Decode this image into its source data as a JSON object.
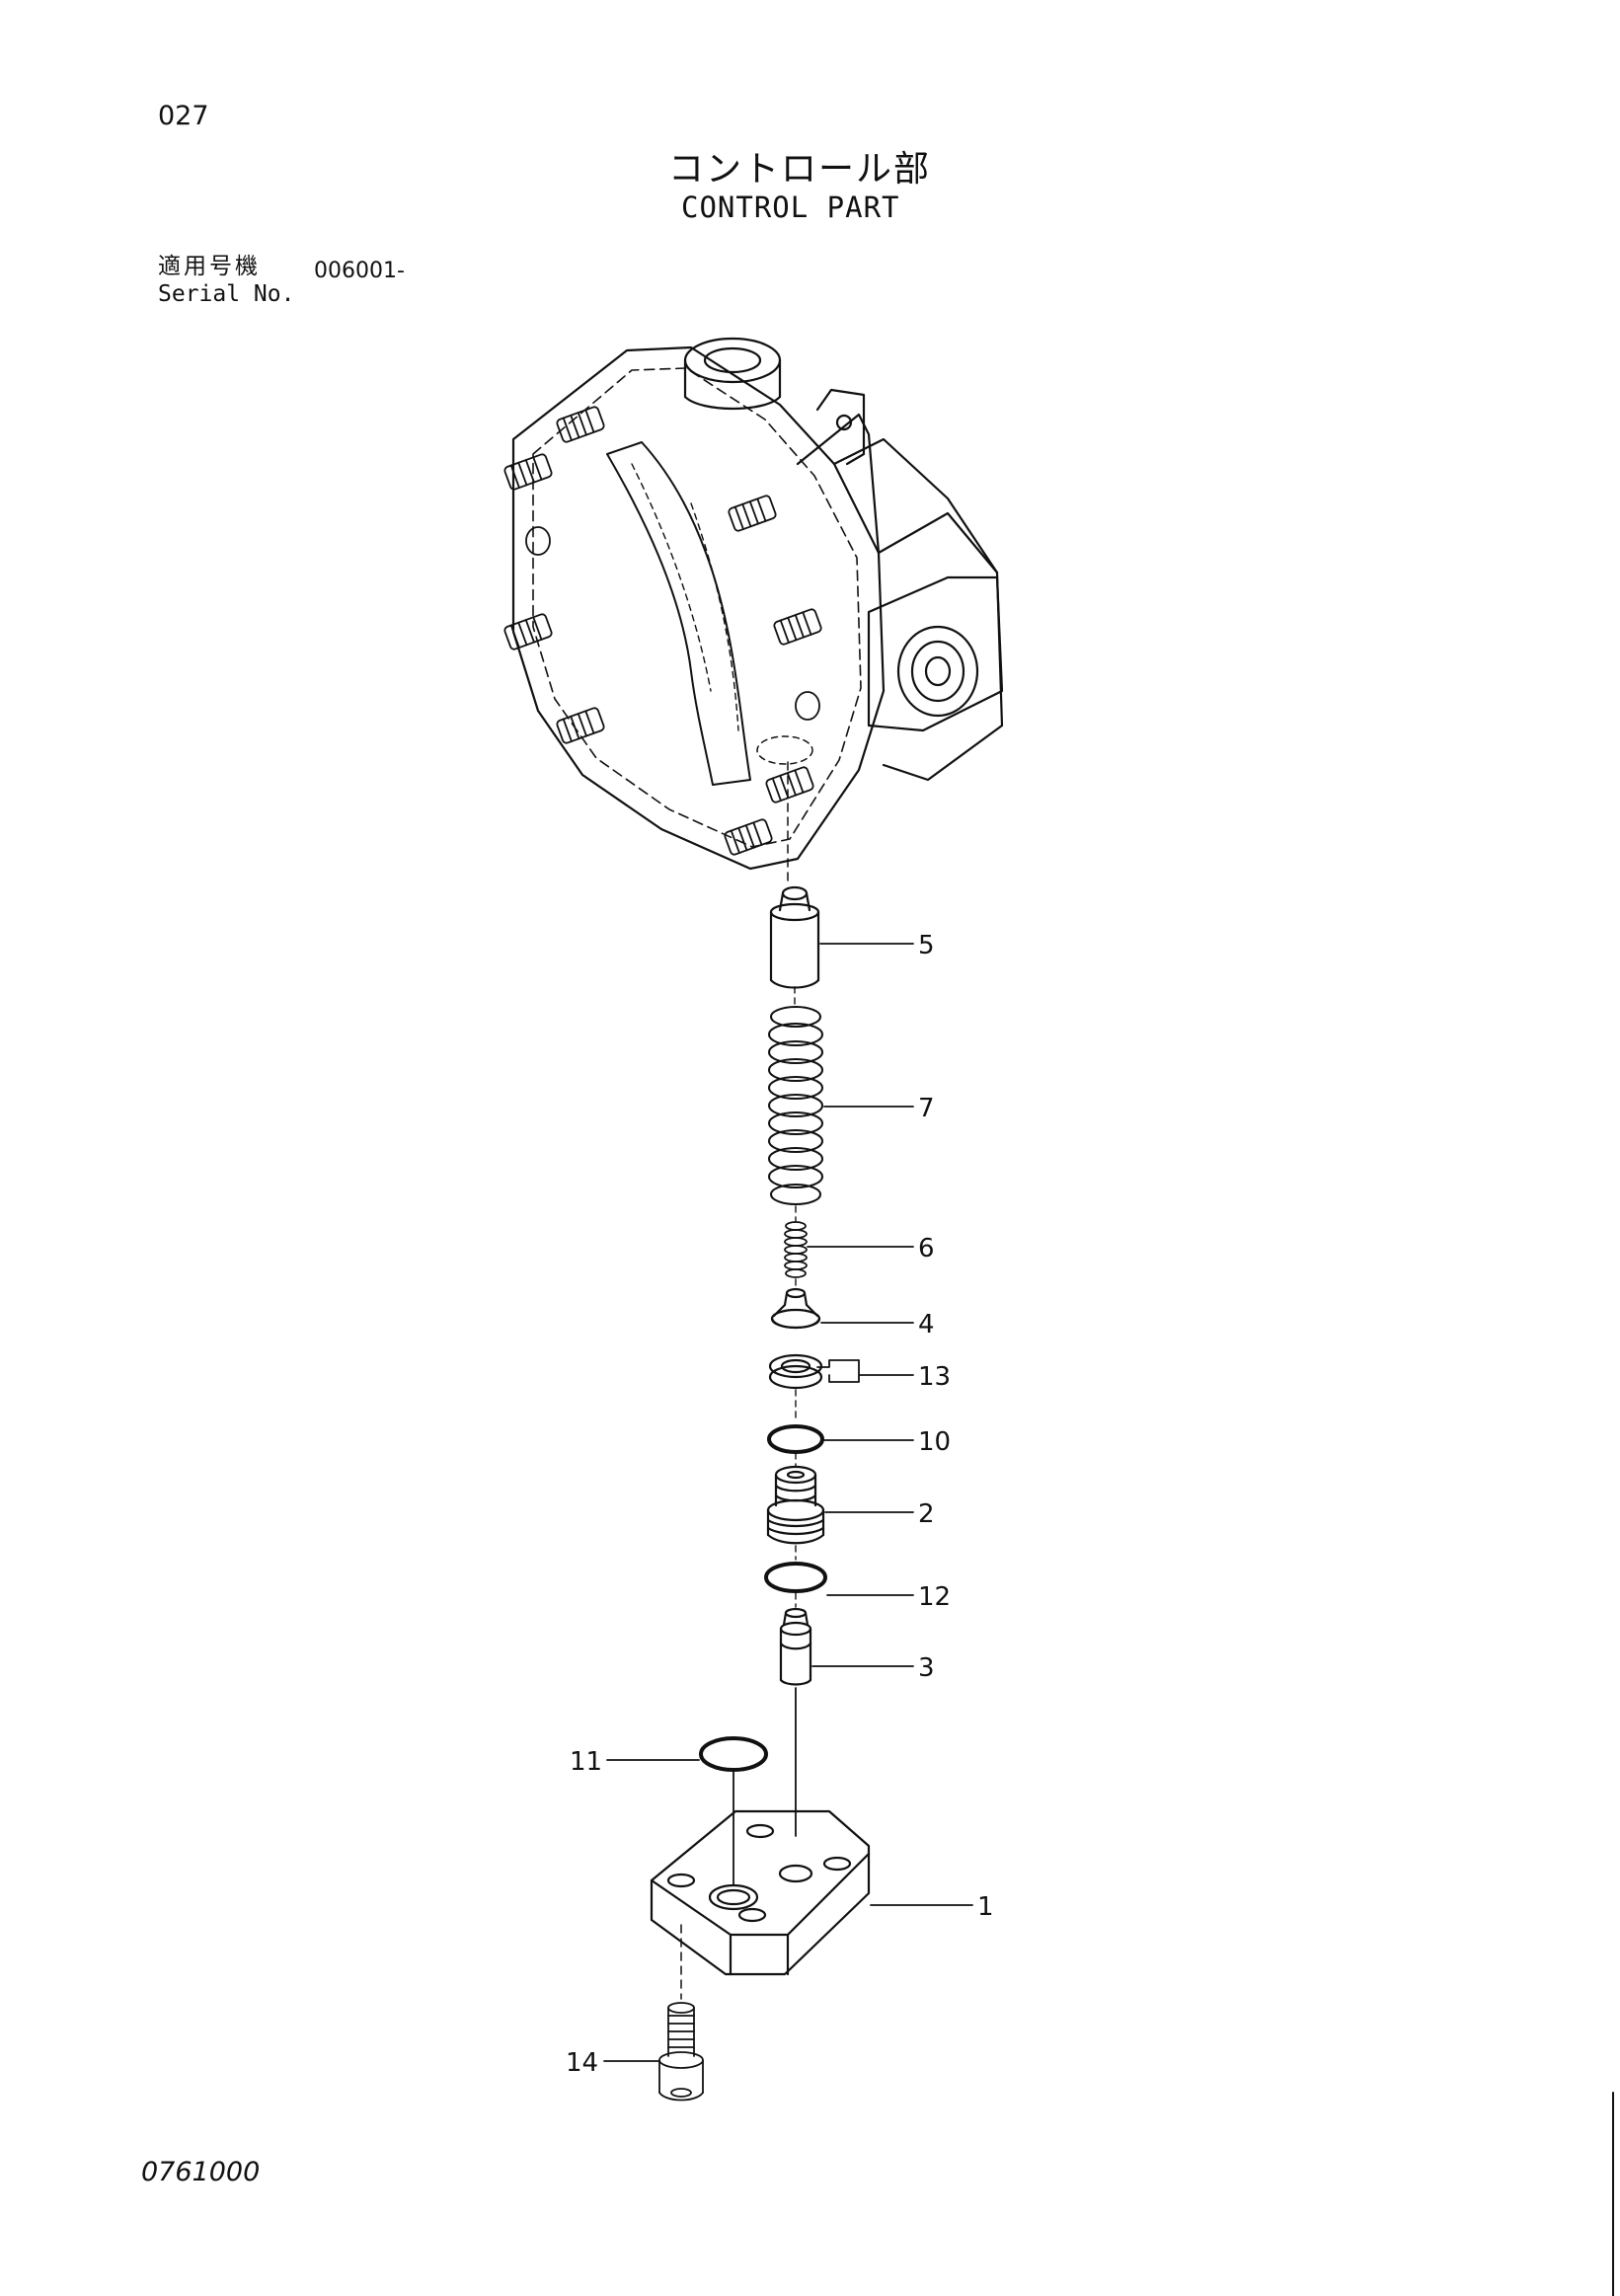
{
  "header": {
    "page_number": "027",
    "title_jp": "コントロール部",
    "title_en": "CONTROL PART",
    "serial_label_jp": "適用号機",
    "serial_label_en": "Serial No.",
    "serial_value": "006001-"
  },
  "callouts": [
    {
      "id": "5",
      "label": "5"
    },
    {
      "id": "7",
      "label": "7"
    },
    {
      "id": "6",
      "label": "6"
    },
    {
      "id": "4",
      "label": "4"
    },
    {
      "id": "13",
      "label": "13"
    },
    {
      "id": "10",
      "label": "10"
    },
    {
      "id": "2",
      "label": "2"
    },
    {
      "id": "12",
      "label": "12"
    },
    {
      "id": "3",
      "label": "3"
    },
    {
      "id": "11",
      "label": "11"
    },
    {
      "id": "1",
      "label": "1"
    },
    {
      "id": "14",
      "label": "14"
    }
  ],
  "footer": {
    "drawing_code": "0761000"
  }
}
